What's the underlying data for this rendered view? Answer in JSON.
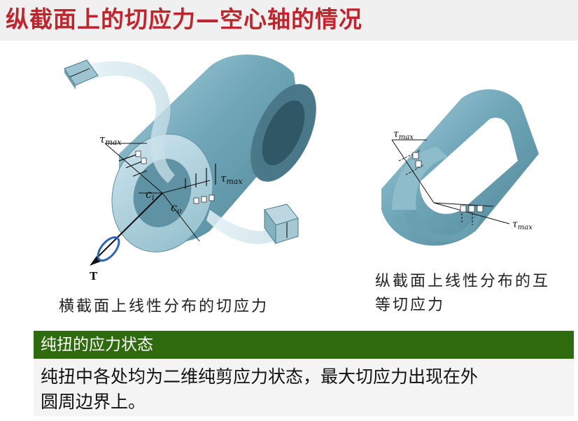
{
  "title": "纵截面上的切应力—空心轴的情况",
  "figure_left": {
    "tau_label": "τ",
    "tau_sub": "max",
    "ci_label": "c",
    "ci_sub": "i",
    "co_label": "c",
    "co_sub": "o",
    "torque_label": "T"
  },
  "figure_right": {
    "tau_label": "τ",
    "tau_sub": "max"
  },
  "caption_left": "横截面上线性分布的切应力",
  "caption_right_line1": "纵截面上线性分布的互",
  "caption_right_line2": "等切应力",
  "panel": {
    "heading": "纯扭的应力状态",
    "body_line1": "纯扭中各处均为二维纯剪应力状态，最大切应力出现在外",
    "body_line2": "圆周边界上。"
  },
  "colors": {
    "title": "#c0252d",
    "panel_header": "#2f6a0e",
    "shaft": "#7fb2c2"
  }
}
